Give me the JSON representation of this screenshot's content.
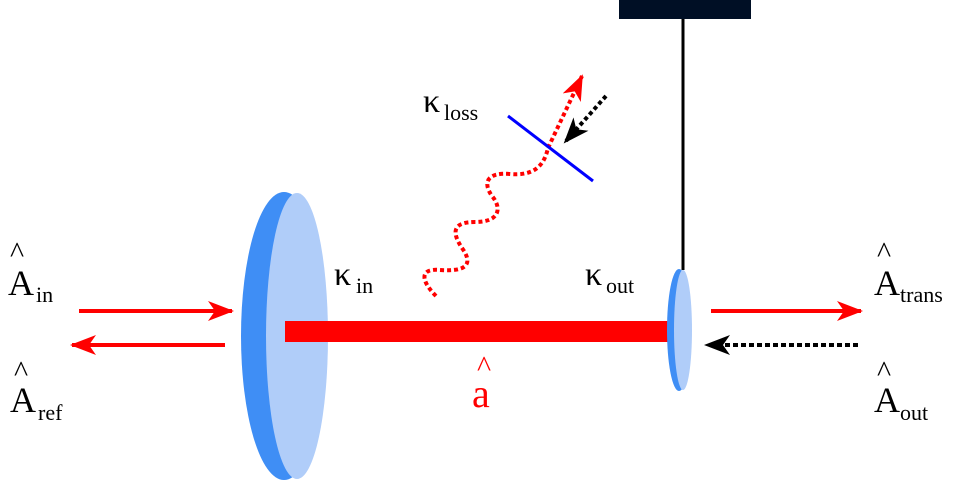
{
  "colors": {
    "beam": "#ff0000",
    "mirror_face": "#b0cdf9",
    "mirror_edge": "#3f8ef5",
    "loss_mirror": "#0000ff",
    "mount": "#000f25",
    "wire": "#000000",
    "dotted_arrow": "#000000"
  },
  "labels": {
    "A_in": {
      "main": "A",
      "sub": "in",
      "hat": "^"
    },
    "A_ref": {
      "main": "A",
      "sub": "ref",
      "hat": "^"
    },
    "A_trans": {
      "main": "A",
      "sub": "trans",
      "hat": "^"
    },
    "A_out": {
      "main": "A",
      "sub": "out",
      "hat": "^"
    },
    "kappa_in": {
      "main": "κ",
      "sub": "in"
    },
    "kappa_out": {
      "main": "κ",
      "sub": "out"
    },
    "kappa_loss": {
      "main": "κ",
      "sub": "loss"
    },
    "cavity_mode": {
      "main": "a",
      "hat": "^"
    }
  }
}
